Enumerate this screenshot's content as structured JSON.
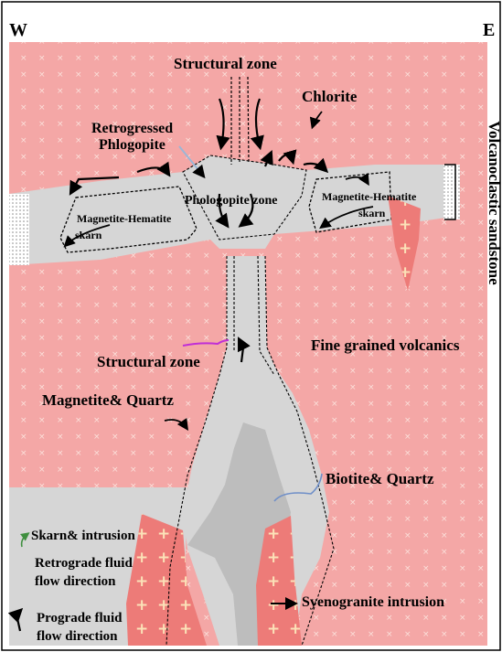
{
  "compass": {
    "west": "W",
    "east": "E"
  },
  "labels": {
    "structural_zone_top": "Structural zone",
    "chlorite": "Chlorite",
    "retrogressed_phlogopite_line1": "Retrogressed",
    "retrogressed_phlogopite_line2": "Phlogopite",
    "phologopite_zone": "Phologopite zone",
    "magnetite_hematite_skarn_left_line1": "Magnetite-Hematite",
    "magnetite_hematite_skarn_left_line2": "skarn",
    "magnetite_hematite_skarn_right_line1": "Magnetite-Hematite",
    "magnetite_hematite_skarn_right_line2": "skarn",
    "volcanoclastic_sandstone": "Volcanoclastic sandstone",
    "structural_zone_mid": "Structural zone",
    "fine_grained_volcanics": "Fine grained volcanics",
    "magnetite_quartz": "Magnetite& Quartz",
    "biotite_quartz": "Biotite& Quartz",
    "syenogranite_intrusion": "Syenogranite intrusion"
  },
  "legend": {
    "skarn_intrusion": "Skarn& intrusion",
    "retrograde_line1": "Retrograde fluid",
    "retrograde_line2": "flow direction",
    "prograde_line1": "Prograde fluid",
    "prograde_line2": "flow direction"
  },
  "colors": {
    "volcanics": "#f4a7a6",
    "skarn_zone": "#d6d6d6",
    "intrusion": "#ed7b78",
    "cross_pattern": "#f9d9d3",
    "retrograde_arrow": "#3f8f3f",
    "phlogopite_arrow": "#9bb6d6",
    "structural_arrow": "#c02fd6",
    "biotite_line": "#6f8fc8"
  }
}
